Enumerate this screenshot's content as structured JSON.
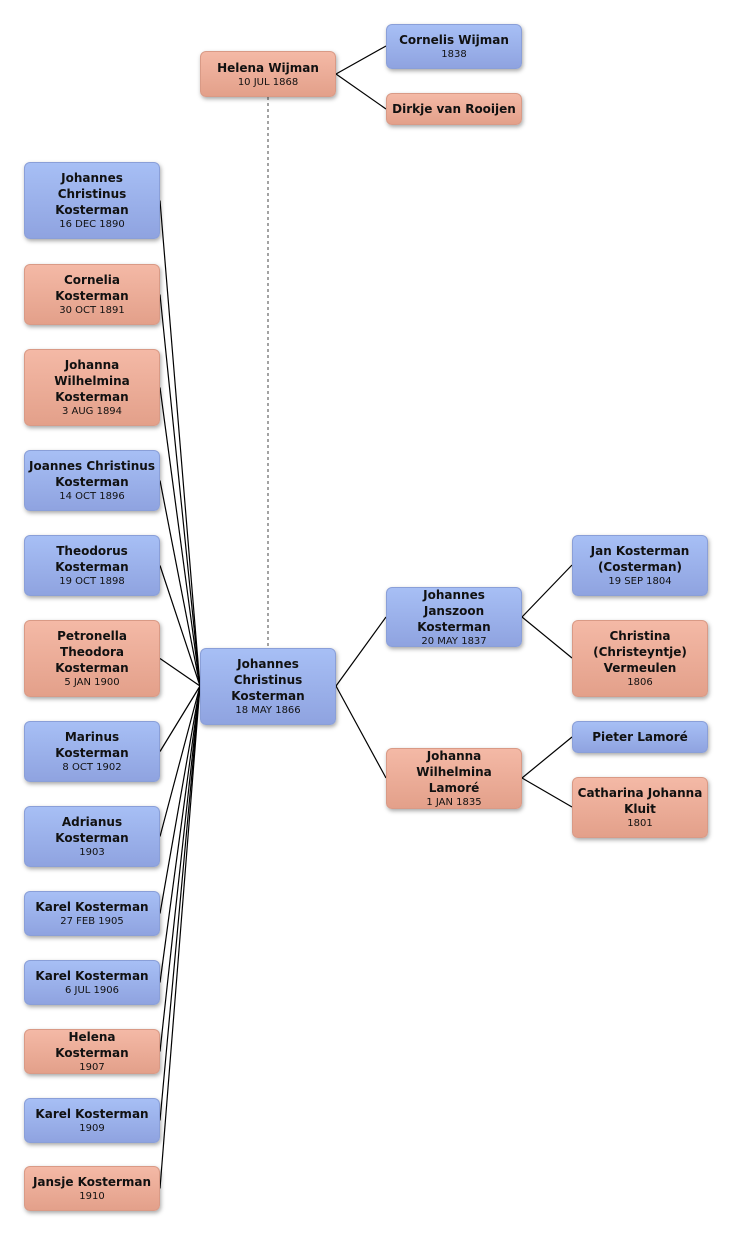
{
  "people": {
    "helena_wijman": {
      "name": "Helena Wijman",
      "date": "10 JUL 1868",
      "gender": "female"
    },
    "cornelis_wijman": {
      "name": "Cornelis Wijman",
      "date": "1838",
      "gender": "male"
    },
    "dirkje_van_rooijen": {
      "name": "Dirkje van Rooijen",
      "date": "",
      "gender": "female"
    },
    "johannes_christinus_1866": {
      "name": "Johannes Christinus Kosterman",
      "date": "18 MAY 1866",
      "gender": "male"
    },
    "johannes_janszoon": {
      "name": "Johannes Janszoon Kosterman",
      "date": "20 MAY 1837",
      "gender": "male"
    },
    "johanna_wilhelmina_lamore": {
      "name": "Johanna Wilhelmina Lamoré",
      "date": "1 JAN 1835",
      "gender": "female"
    },
    "jan_kosterman": {
      "name": "Jan Kosterman (Costerman)",
      "date": "19 SEP 1804",
      "gender": "male"
    },
    "christina_vermeulen": {
      "name": "Christina (Christeyntje) Vermeulen",
      "date": "1806",
      "gender": "female"
    },
    "pieter_lamore": {
      "name": "Pieter Lamoré",
      "date": "",
      "gender": "male"
    },
    "catharina_kluit": {
      "name": "Catharina Johanna Kluit",
      "date": "1801",
      "gender": "female"
    }
  },
  "children": [
    {
      "name": "Johannes Christinus Kosterman",
      "date": "16 DEC 1890",
      "gender": "male"
    },
    {
      "name": "Cornelia Kosterman",
      "date": "30 OCT 1891",
      "gender": "female"
    },
    {
      "name": "Johanna Wilhelmina Kosterman",
      "date": "3 AUG 1894",
      "gender": "female"
    },
    {
      "name": "Joannes Christinus Kosterman",
      "date": "14 OCT 1896",
      "gender": "male"
    },
    {
      "name": "Theodorus Kosterman",
      "date": "19 OCT 1898",
      "gender": "male"
    },
    {
      "name": "Petronella Theodora Kosterman",
      "date": "5 JAN 1900",
      "gender": "female"
    },
    {
      "name": "Marinus Kosterman",
      "date": "8 OCT 1902",
      "gender": "male"
    },
    {
      "name": "Adrianus Kosterman",
      "date": "1903",
      "gender": "male"
    },
    {
      "name": "Karel Kosterman",
      "date": "27 FEB 1905",
      "gender": "male"
    },
    {
      "name": "Karel Kosterman",
      "date": "6 JUL 1906",
      "gender": "male"
    },
    {
      "name": "Helena Kosterman",
      "date": "1907",
      "gender": "female"
    },
    {
      "name": "Karel Kosterman",
      "date": "1909",
      "gender": "male"
    },
    {
      "name": "Jansje Kosterman",
      "date": "1910",
      "gender": "female"
    }
  ],
  "colors": {
    "male": "#9eb4ee",
    "female": "#eeae98",
    "line": "#000000"
  }
}
